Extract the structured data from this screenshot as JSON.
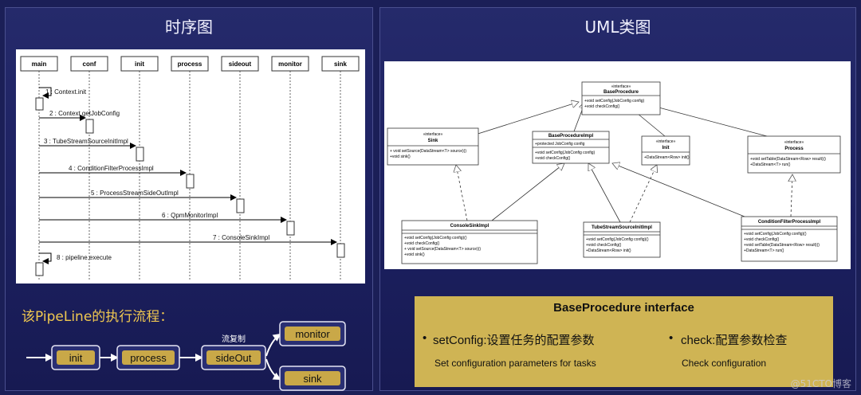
{
  "left": {
    "title": "时序图",
    "sequence": {
      "participants": [
        "main",
        "conf",
        "init",
        "process",
        "sideout",
        "monitor",
        "sink"
      ],
      "messages": [
        "1 : Context.init",
        "2 : Context.getJobConfig",
        "3 : TubeStreamSourceInitImpl",
        "4 : ConditionFilterProcessImpl",
        "5 : ProcessStreamSideOutImpl",
        "6 : QpmMonitorImpl",
        "7 : ConsoleSinkImpl",
        "8 : pipeline.execute"
      ]
    },
    "flow": {
      "title": "该PipeLine的执行流程：",
      "copy_label": "流复制",
      "nodes": [
        "init",
        "process",
        "sideOut",
        "monitor",
        "sink"
      ]
    }
  },
  "right": {
    "title": "UML类图",
    "uml": {
      "base": {
        "stereotype": "«interface»",
        "name": "BaseProcedure",
        "methods": [
          "+void setConfig(JobConfig config)",
          "+void checkConfig()"
        ]
      },
      "sink": {
        "stereotype": "«interface»",
        "name": "Sink",
        "methods": [
          "+ void setSource(DataStream<T> source)()",
          "+void sink()"
        ]
      },
      "impl": {
        "name": "BaseProcedureImpl",
        "fields": [
          "+protected JobConfig config"
        ],
        "methods": [
          "+void setConfig(JobConfig config)",
          "+void checkConfig()"
        ]
      },
      "init": {
        "stereotype": "«interface»",
        "name": "Init",
        "methods": [
          "+DataStream<Row> init()"
        ]
      },
      "process": {
        "stereotype": "«interface»",
        "name": "Process",
        "methods": [
          "+void setTable(DataStream<Row> result)()",
          "+DataStream<T> run()"
        ]
      },
      "console": {
        "name": "ConsoleSinkImpl",
        "methods": [
          "+void setConfig(JobConfig config)()",
          "+void checkConfig()",
          "+ void setSource(DataStream<T> source)()",
          "+void sink()"
        ]
      },
      "tube": {
        "name": "TubeStreamSourceInitImpl",
        "methods": [
          "+void setConfig(JobConfig config)()",
          "+void checkConfig()",
          "+DataStream<Row> init()"
        ]
      },
      "cond": {
        "name": "ConditionFilterProcessImpl",
        "methods": [
          "+void setConfig(JobConfig config)()",
          "+void checkConfig()",
          "+void setTable(DataStream<Row> result)()",
          "+DataStream<T> run()"
        ]
      }
    },
    "summary": {
      "title": "BaseProcedure interface",
      "items": [
        {
          "bullet": "•",
          "label": "setConfig:设置任务的配置参数",
          "desc": "Set configuration parameters for tasks"
        },
        {
          "bullet": "•",
          "label": "check:配置参数检查",
          "desc": "Check configuration"
        }
      ]
    }
  },
  "watermark": "@51CTO博客",
  "colors": {
    "background": "#1b1f57",
    "gold": "#cfb454",
    "node_fill": "#c9a848"
  }
}
